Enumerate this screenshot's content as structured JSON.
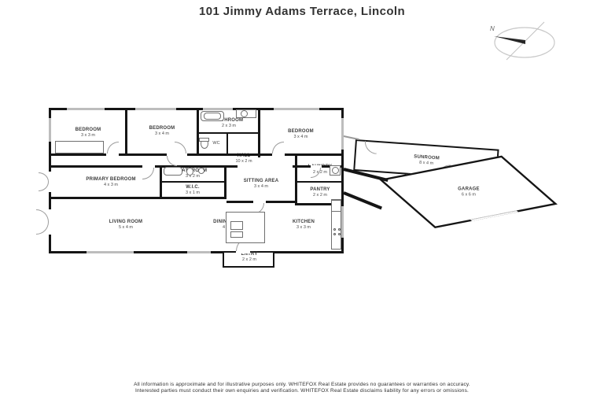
{
  "title": "101 Jimmy Adams Terrace, Lincoln",
  "compass": {
    "label": "N"
  },
  "rooms": {
    "bedroom1": {
      "name": "BEDROOM",
      "dims": "3 x 3 m"
    },
    "bedroom2": {
      "name": "BEDROOM",
      "dims": "3 x 4 m"
    },
    "bathroom": {
      "name": "BATHROOM",
      "dims": "2 x 3 m"
    },
    "wc": {
      "name": "WC"
    },
    "bedroom3": {
      "name": "BEDROOM",
      "dims": "3 x 4 m"
    },
    "hall": {
      "name": "HALL",
      "dims": "10 x 2 m"
    },
    "primary": {
      "name": "PRIMARY BEDROOM",
      "dims": "4 x 3 m"
    },
    "bathroom2": {
      "name": "BATHROOM",
      "dims": "3 x 2 m"
    },
    "wic": {
      "name": "W.I.C.",
      "dims": "3 x 1 m"
    },
    "sitting": {
      "name": "SITTING AREA",
      "dims": "3 x 4 m"
    },
    "laundry": {
      "name": "LAUNDRY",
      "dims": "2 x 2 m"
    },
    "pantry": {
      "name": "PANTRY",
      "dims": "2 x 2 m"
    },
    "living": {
      "name": "LIVING ROOM",
      "dims": "5 x 4 m"
    },
    "dining": {
      "name": "DINING AREA",
      "dims": "4 x 3 m"
    },
    "kitchen": {
      "name": "KITCHEN",
      "dims": "3 x 3 m"
    },
    "entry": {
      "name": "ENTRY",
      "dims": "2 x 2 m"
    },
    "sunroom": {
      "name": "SUNROOM",
      "dims": "8 x 4 m"
    },
    "garage": {
      "name": "GARAGE",
      "dims": "6 x 6 m"
    }
  },
  "footer": {
    "line1": "All information is approximate and for illustrative purposes only. WHITEFOX Real Estate provides no guarantees or warranties on accuracy.",
    "line2": "Interested parties must conduct their own enquiries and verification. WHITEFOX Real Estate disclaims liability for any errors or omissions."
  },
  "colors": {
    "wall": "#151515",
    "window": "#bdbdbd",
    "door_arc": "#9c9c9c",
    "text": "#3c3c3c"
  }
}
